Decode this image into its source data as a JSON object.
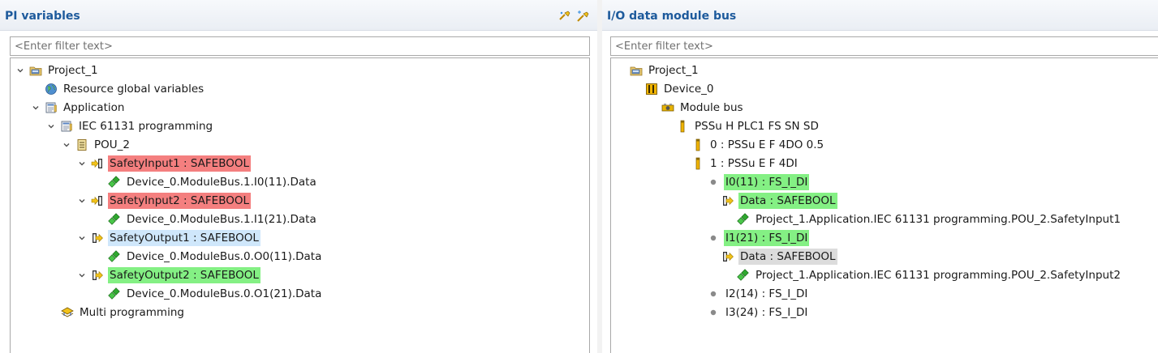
{
  "left": {
    "title": "PI variables",
    "filter_placeholder": "<Enter filter text>",
    "tree": {
      "project": "Project_1",
      "resource_globals": "Resource global variables",
      "application": "Application",
      "iec_programming": "IEC 61131 programming",
      "pou": "POU_2",
      "vars": [
        {
          "label": "SafetyInput1 : SAFEBOOL",
          "child": "Device_0.ModuleBus.1.I0(11).Data"
        },
        {
          "label": "SafetyInput2 : SAFEBOOL",
          "child": "Device_0.ModuleBus.1.I1(21).Data"
        },
        {
          "label": "SafetyOutput1 : SAFEBOOL",
          "child": "Device_0.ModuleBus.0.O0(11).Data"
        },
        {
          "label": "SafetyOutput2 : SAFEBOOL",
          "child": "Device_0.ModuleBus.0.O1(21).Data"
        }
      ],
      "multi_programming": "Multi programming"
    }
  },
  "right": {
    "title": "I/O data module bus",
    "filter_placeholder": "<Enter filter text>",
    "tree": {
      "project": "Project_1",
      "device": "Device_0",
      "module_bus": "Module bus",
      "head_module": "PSSu H PLC1 FS SN SD",
      "module0": "0 : PSSu E F 4DO 0.5",
      "module1": "1 : PSSu E F 4DI",
      "i0": "I0(11) : FS_I_DI",
      "i0_data": "Data : SAFEBOOL",
      "i0_link": "Project_1.Application.IEC 61131 programming.POU_2.SafetyInput1",
      "i1": "I1(21) : FS_I_DI",
      "i1_data": "Data : SAFEBOOL",
      "i1_link": "Project_1.Application.IEC 61131 programming.POU_2.SafetyInput2",
      "i2": "I2(14) : FS_I_DI",
      "i3": "I3(24) : FS_I_DI"
    }
  },
  "colors": {
    "title_blue": "#1d5a9c",
    "highlight_red": "#f47f7f",
    "highlight_green": "#84f084",
    "highlight_blue": "#cfe7fb",
    "highlight_grey": "#dcdcdc"
  },
  "icons": {
    "project": "project-folder-icon",
    "globe": "globe-icon",
    "application": "application-icon",
    "pou": "pou-icon",
    "input_var": "input-variable-icon",
    "output_var": "output-variable-icon",
    "link": "link-icon",
    "device": "device-icon",
    "module_bus": "module-bus-icon",
    "module": "module-icon",
    "channel": "channel-dot-icon",
    "data": "data-icon",
    "multi": "multi-programming-icon"
  }
}
